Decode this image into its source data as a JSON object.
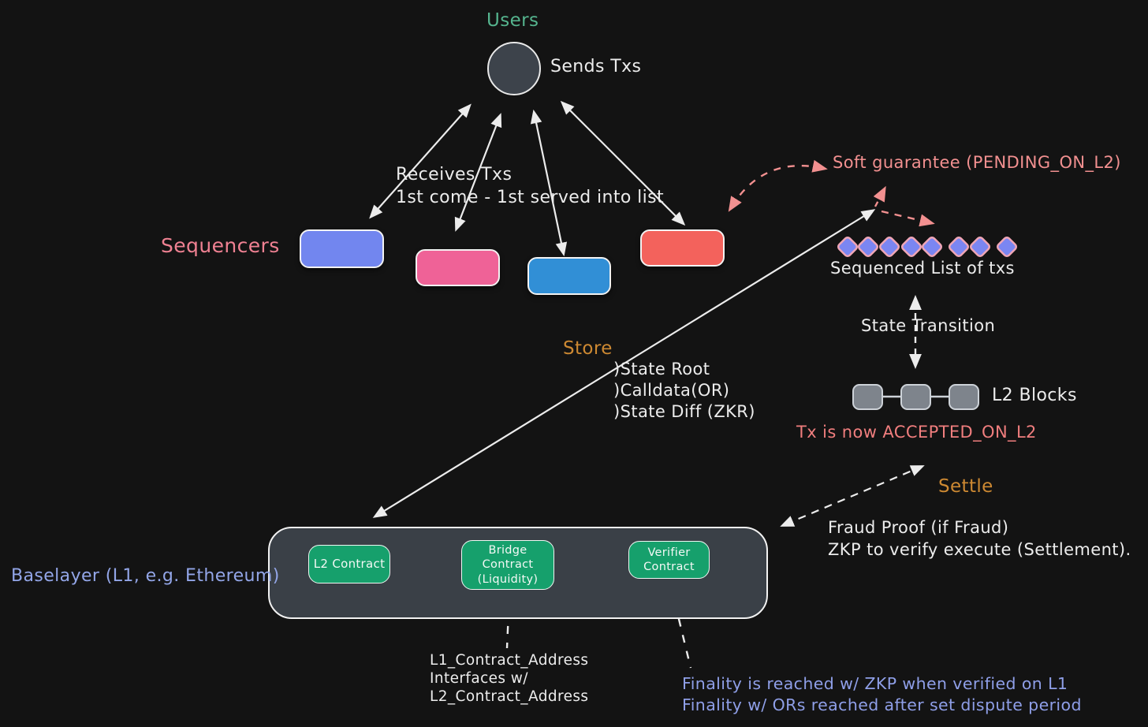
{
  "colors": {
    "bg": "#131313",
    "white_ink": "#ececec",
    "users_green": "#55b48e",
    "salmon": "#ef8192",
    "soft_pink": "#f29090",
    "box_blue_purple": "#7286ef",
    "box_pink": "#ef6297",
    "box_blue": "#318fd6",
    "box_red": "#f3625c",
    "diamond_fill": "#7b86f2",
    "diamond_border": "#f0a6b6",
    "gray_block": "#7e848c",
    "accepted_red": "#f07e7e",
    "orange": "#cd8932",
    "container_fill": "#3a4047",
    "green_box": "#16a06c",
    "baselayer_blue": "#93a6e8",
    "finality_blue": "#8f9fe8",
    "circle_fill": "#3d434b"
  },
  "users": {
    "title": "Users",
    "sends_label": "Sends Txs"
  },
  "receives": {
    "line1": "Receives Txs",
    "line2": "1st come - 1st served into list"
  },
  "sequencers": {
    "label": "Sequencers",
    "box_count": 4
  },
  "soft_guarantee": {
    "label": "Soft guarantee (PENDING_ON_L2)"
  },
  "sequenced_list": {
    "label": "Sequenced List of txs",
    "diamond_count": 8
  },
  "state_transition": {
    "label": "State Transition"
  },
  "l2_blocks": {
    "label": "L2 Blocks",
    "block_count": 3
  },
  "accepted": {
    "label": "Tx is now ACCEPTED_ON_L2"
  },
  "settle": {
    "label": "Settle"
  },
  "fraud": {
    "line1": "Fraud Proof (if Fraud)",
    "line2": "ZKP to verify execute (Settlement)."
  },
  "store": {
    "label": "Store",
    "items": [
      ")State Root",
      ")Calldata(OR)",
      ")State Diff (ZKR)"
    ]
  },
  "baselayer": {
    "label": "Baselayer (L1, e.g. Ethereum)",
    "contracts": [
      "L2 Contract",
      "Bridge Contract (Liquidity)",
      "Verifier Contract"
    ]
  },
  "l1_address": {
    "line1": "L1_Contract_Address",
    "line2": "Interfaces w/",
    "line3": "L2_Contract_Address"
  },
  "finality": {
    "line1": "Finality is reached w/ ZKP when verified on L1",
    "line2": "Finality w/ ORs reached after set dispute period"
  }
}
